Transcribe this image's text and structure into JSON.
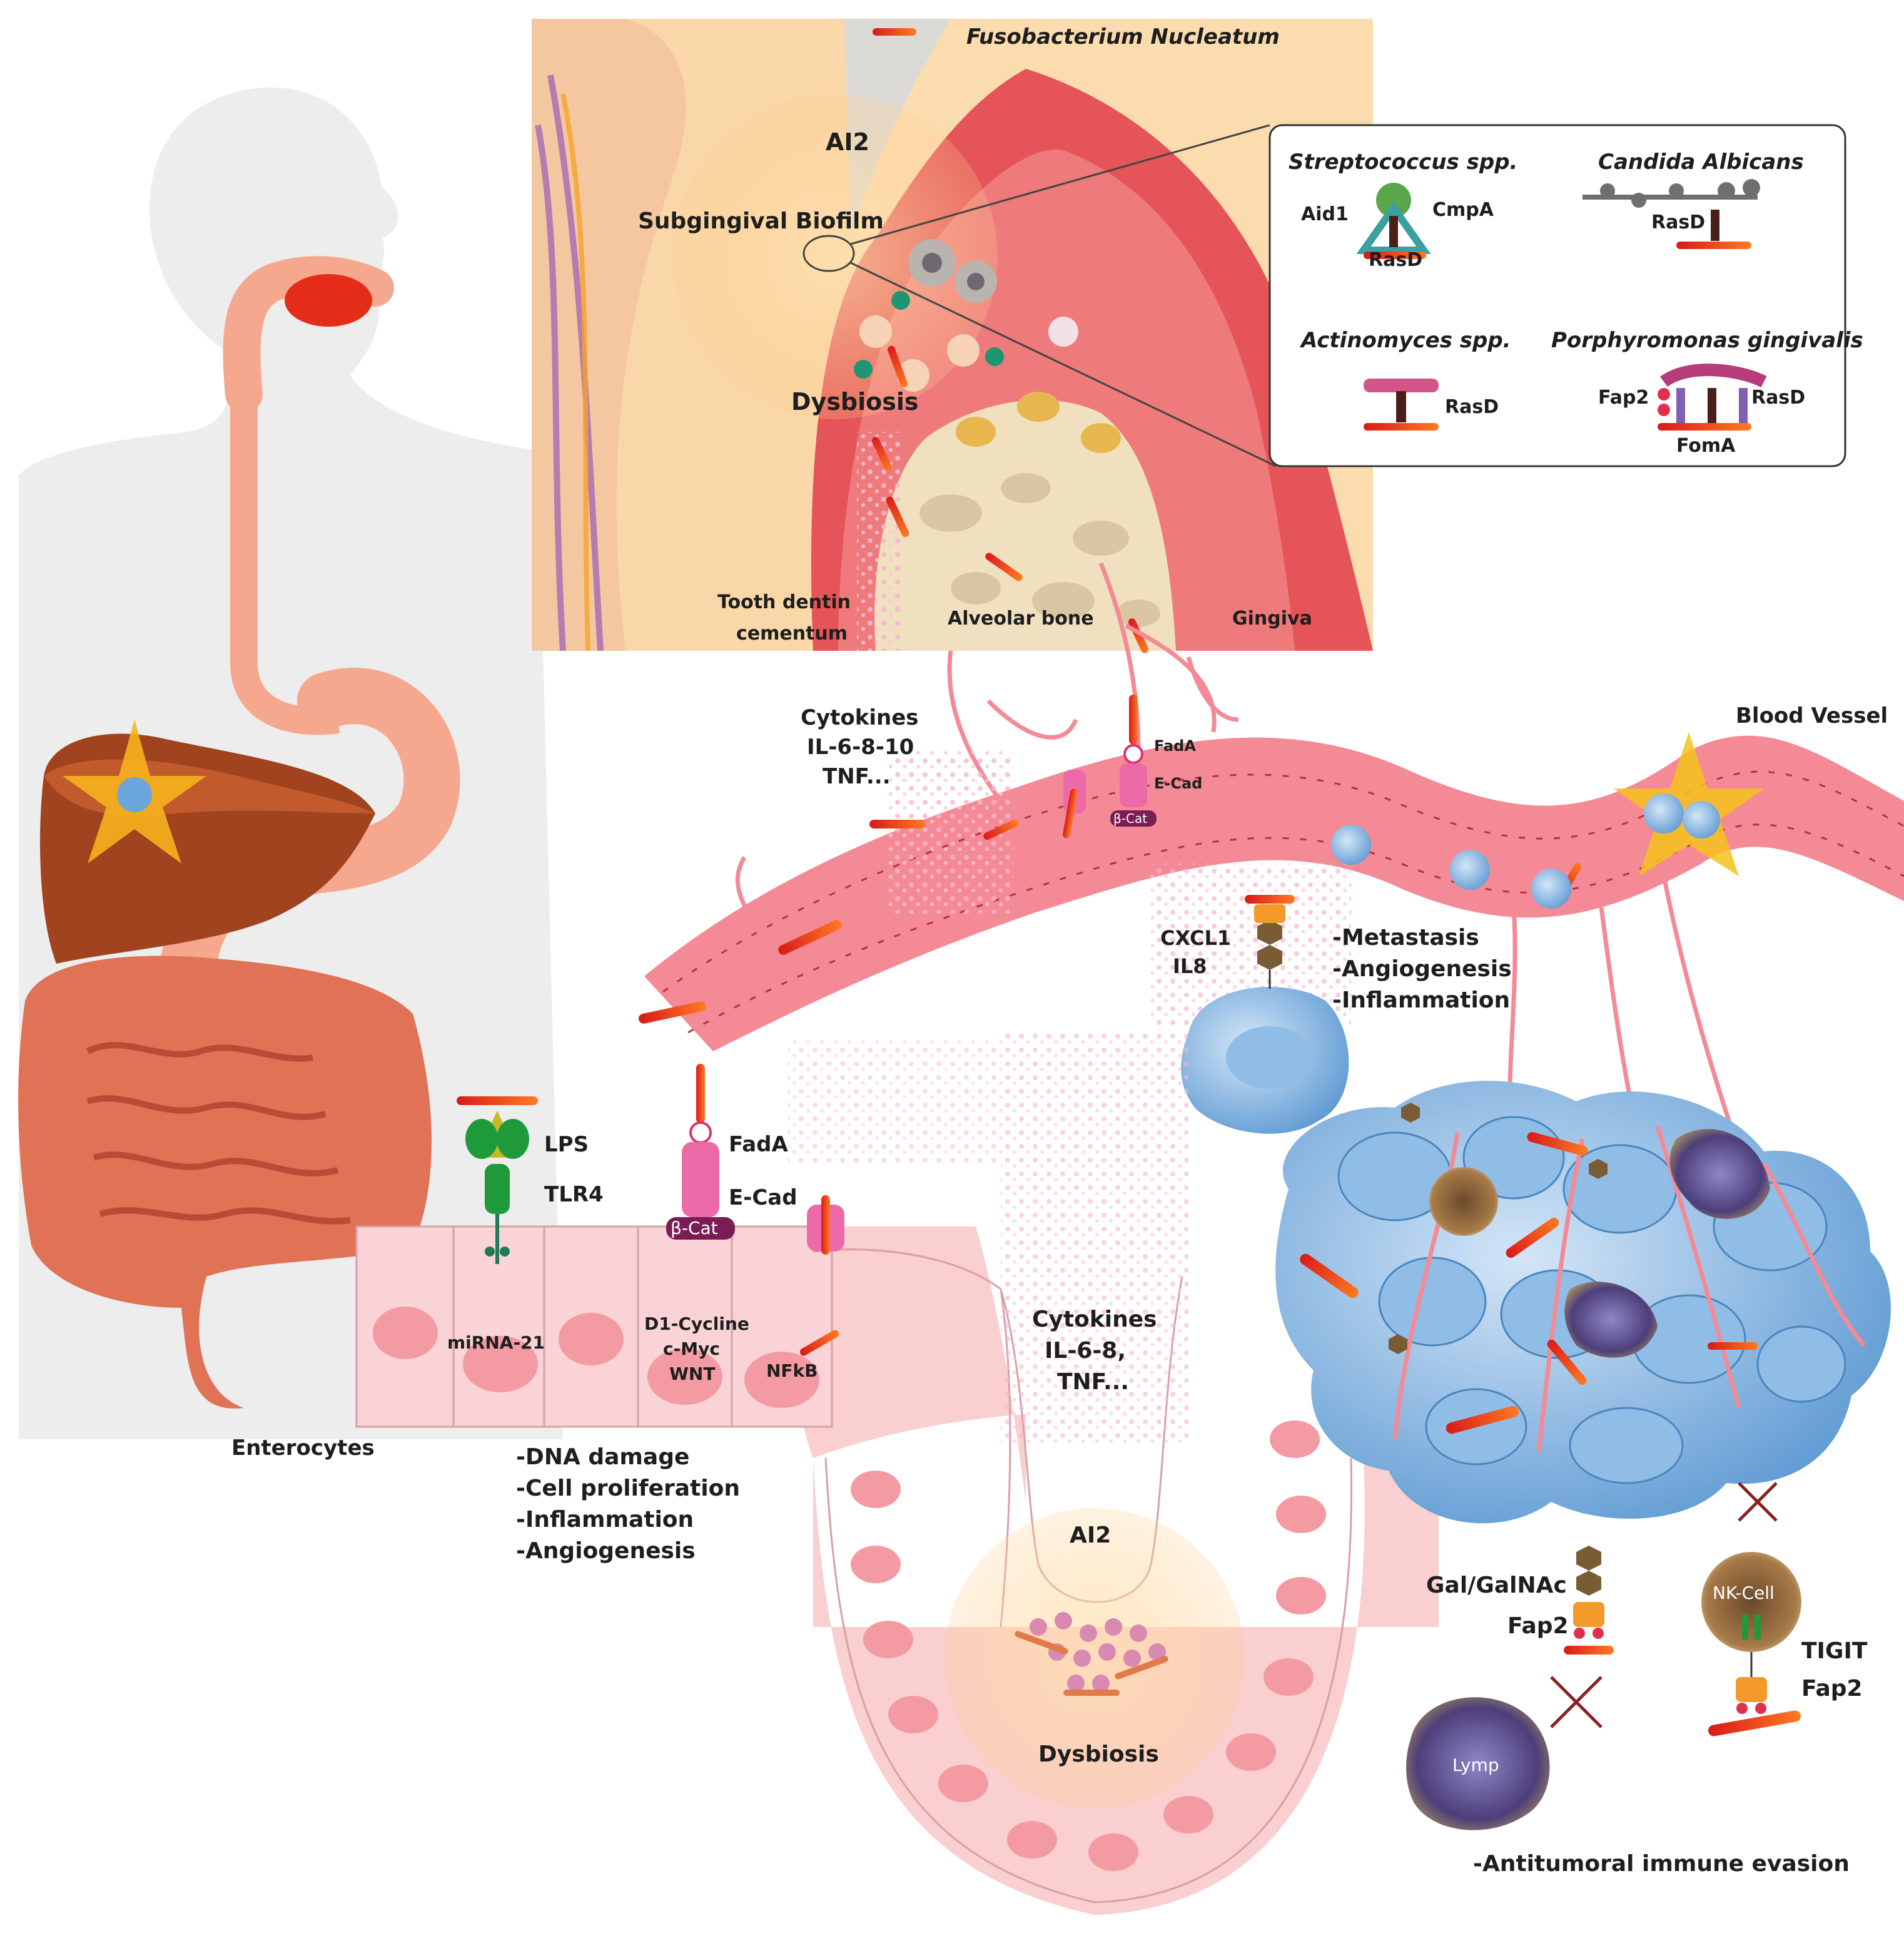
{
  "oral": {
    "legend_bacterium": "Fusobacterium Nucleatum",
    "ai2": "AI2",
    "biofilm": "Subgingival Biofilm",
    "dysbiosis": "Dysbiosis",
    "tooth_line1": "Tooth dentin",
    "tooth_line2": "cementum",
    "bone": "Alveolar bone",
    "gingiva": "Gingiva"
  },
  "inset": {
    "strep": {
      "title": "Streptococcus spp.",
      "left": "Aid1",
      "right": "CmpA",
      "bottom": "RasD"
    },
    "candida": {
      "title": "Candida Albicans",
      "label": "RasD"
    },
    "actino": {
      "title": "Actinomyces spp.",
      "label": "RasD"
    },
    "porphy": {
      "title": "Porphyromonas gingivalis",
      "left": "Fap2",
      "right": "RasD",
      "bottom": "FomA"
    }
  },
  "vessel": {
    "title": "Blood Vessel",
    "cyto1": "Cytokines",
    "cyto2": "IL-6-8-10",
    "cyto3": "TNF...",
    "fada": "FadA",
    "ecad": "E-Cad",
    "bcat": "β-Cat"
  },
  "chemokine": {
    "cxcl1": "CXCL1",
    "il8": "IL8",
    "effect1": "-Metastasis",
    "effect2": "-Angiogenesis",
    "effect3": "-Inflammation"
  },
  "epithelium": {
    "lps": "LPS",
    "tlr4": "TLR4",
    "fada": "FadA",
    "ecad": "E-Cad",
    "bcat": "β-Cat",
    "mirna": "miRNA-21",
    "d1": "D1-Cycline",
    "cmyc": "c-Myc",
    "wnt": "WNT",
    "nfkb": "NFkB",
    "enterocytes": "Enterocytes",
    "effect1": "-DNA damage",
    "effect2": "-Cell proliferation",
    "effect3": "-Inflammation",
    "effect4": "-Angiogenesis"
  },
  "crypt": {
    "cyto1": "Cytokines",
    "cyto2": "IL-6-8,",
    "cyto3": "TNF...",
    "ai2": "AI2",
    "dysbiosis": "Dysbiosis"
  },
  "tumor": {
    "galnac": "Gal/GalNAc",
    "fap2": "Fap2",
    "nk": "NK-Cell",
    "tigit": "TIGIT",
    "fap2_nk": "Fap2",
    "lymp": "Lymp",
    "evasion": "-Antitumoral immune evasion"
  },
  "colors": {
    "bacterium": "#e8321e",
    "tissue": "#f4a0a8",
    "tumor": "#6aa6dc",
    "silhouette": "#ededed"
  }
}
